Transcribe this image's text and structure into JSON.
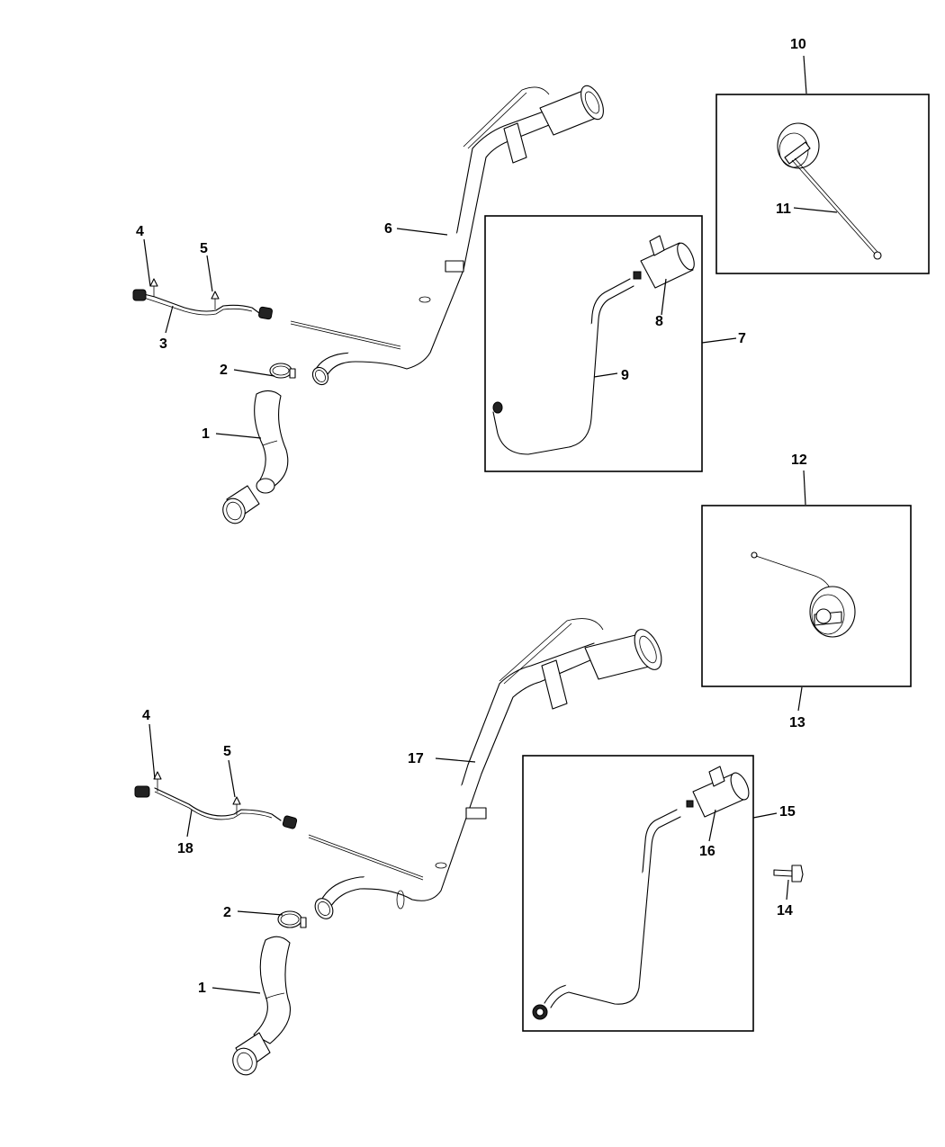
{
  "diagram": {
    "type": "exploded parts diagram",
    "subject": "fuel filler tube assemblies",
    "background_color": "#ffffff",
    "line_color": "#000000"
  },
  "callouts": {
    "c1_top": "1",
    "c2_top": "2",
    "c3": "3",
    "c4_top": "4",
    "c5_top": "5",
    "c6": "6",
    "c7": "7",
    "c8": "8",
    "c9": "9",
    "c10": "10",
    "c11": "11",
    "c12": "12",
    "c13": "13",
    "c14": "14",
    "c15": "15",
    "c16": "16",
    "c17": "17",
    "c18": "18",
    "c1_bottom": "1",
    "c2_bottom": "2",
    "c4_bottom": "4",
    "c5_bottom": "5"
  },
  "parts": [
    {
      "callout": "1",
      "description": "fuel filler hose"
    },
    {
      "callout": "2",
      "description": "hose clamp"
    },
    {
      "callout": "3",
      "description": "vent tube / wiring harness (upper)"
    },
    {
      "callout": "4",
      "description": "fastener (harness end)"
    },
    {
      "callout": "5",
      "description": "fastener (harness middle)"
    },
    {
      "callout": "6",
      "description": "fuel filler tube (upper)"
    },
    {
      "callout": "7",
      "description": "boxed assembly (upper)"
    },
    {
      "callout": "8",
      "description": "filler neck housing (upper)"
    },
    {
      "callout": "9",
      "description": "vent tube (upper)"
    },
    {
      "callout": "10",
      "description": "fuel cap assembly"
    },
    {
      "callout": "11",
      "description": "cap tether"
    },
    {
      "callout": "12",
      "description": "fuel cap assembly (alternate)"
    },
    {
      "callout": "13",
      "description": "fuel cap (alternate)"
    },
    {
      "callout": "14",
      "description": "bolt"
    },
    {
      "callout": "15",
      "description": "boxed assembly (lower)"
    },
    {
      "callout": "16",
      "description": "filler neck housing (lower)"
    },
    {
      "callout": "17",
      "description": "fuel filler tube (lower)"
    },
    {
      "callout": "18",
      "description": "vent tube / wiring harness (lower)"
    }
  ]
}
